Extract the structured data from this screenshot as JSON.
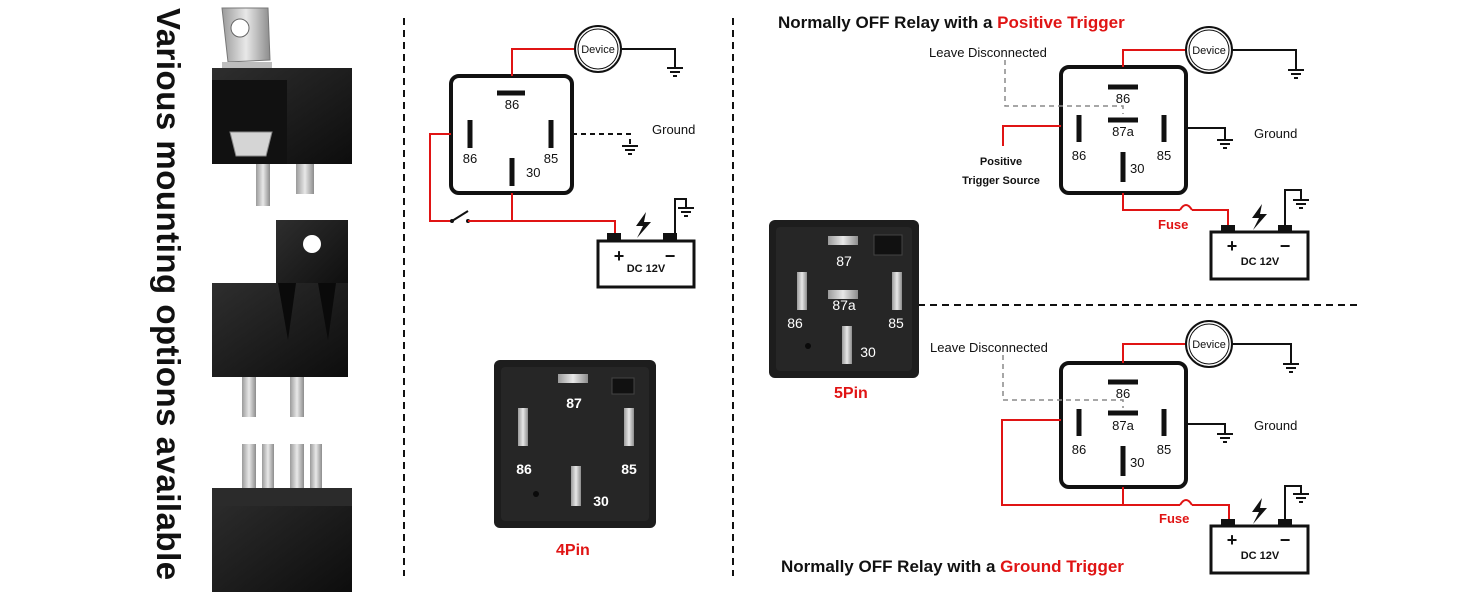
{
  "side_title": "Various mounting options available",
  "diagram_4pin_top": {
    "device": "Device",
    "ground": "Ground",
    "pins": [
      "86",
      "86",
      "85",
      "30"
    ],
    "battery_plus": "+",
    "battery_minus": "−",
    "battery_label": "DC 12V"
  },
  "photo_4pin": {
    "pins": [
      "87",
      "86",
      "85",
      "30"
    ],
    "caption": "4Pin"
  },
  "photo_5pin": {
    "pins": [
      "87",
      "87a",
      "86",
      "85",
      "30"
    ],
    "caption": "5Pin"
  },
  "positive_trigger": {
    "heading_prefix": "Normally OFF Relay with a ",
    "heading_highlight": "Positive Trigger",
    "leave_disconnected": "Leave Disconnected",
    "trigger_source_line1": "Positive",
    "trigger_source_line2": "Trigger Source",
    "device": "Device",
    "ground": "Ground",
    "fuse": "Fuse",
    "pins": [
      "86",
      "87a",
      "86",
      "85",
      "30"
    ],
    "battery_plus": "+",
    "battery_minus": "−",
    "battery_label": "DC 12V"
  },
  "ground_trigger": {
    "heading_prefix": "Normally OFF Relay with a ",
    "heading_highlight": "Ground Trigger",
    "leave_disconnected": "Leave Disconnected",
    "device": "Device",
    "ground": "Ground",
    "fuse": "Fuse",
    "pins": [
      "86",
      "87a",
      "86",
      "85",
      "30"
    ],
    "battery_plus": "+",
    "battery_minus": "−",
    "battery_label": "DC 12V"
  },
  "colors": {
    "wire_red": "#e01414",
    "wire_black": "#111111",
    "relay_photo": "#1d1d1d",
    "dashed_gray": "#8a8a8a"
  }
}
